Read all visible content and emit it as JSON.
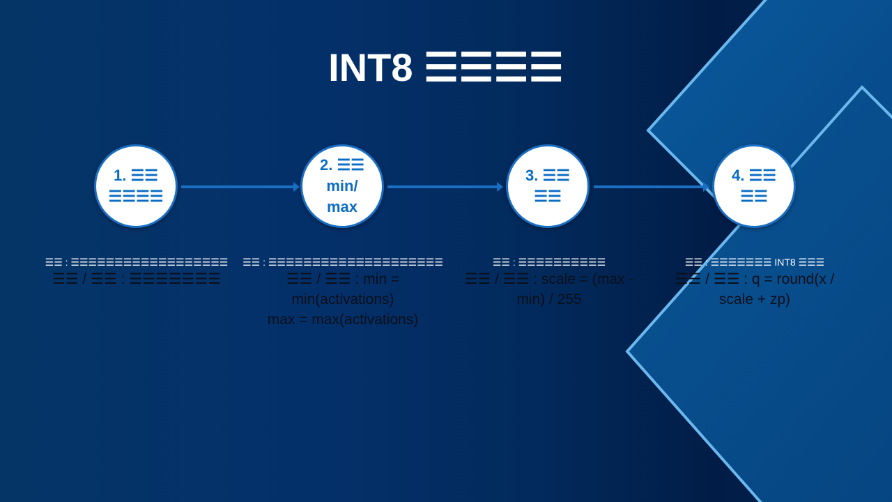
{
  "title": "INT8 ☰☰☰☰",
  "colors": {
    "background_left": "#053567",
    "background_right": "#011d47",
    "accent": "#1b6fc2",
    "circle_fill": "#ffffff",
    "circle_text": "#0b6cc4",
    "diamond_stroke": "#6cb8ee",
    "label_text": "#ffffff",
    "formula_text": "#0a0f1a"
  },
  "steps": [
    {
      "label": "1. ☰☰\n☰☰☰☰",
      "description": "☰☰ : ☰☰☰☰☰☰☰☰☰☰☰☰☰☰☰☰☰☰",
      "formula": "☰☰ / ☰☰ :  ☰☰☰☰☰☰☰"
    },
    {
      "label": "2. ☰☰\nmin/\nmax",
      "description": "☰☰ : ☰☰☰☰☰☰☰☰☰☰☰☰☰☰☰☰☰☰☰☰",
      "formula": "☰☰ / ☰☰ : min =\nmin(activations)\nmax = max(activations)"
    },
    {
      "label": "3. ☰☰\n☰☰",
      "description": "☰☰ : ☰☰☰☰☰☰☰☰☰☰",
      "formula": "☰☰ / ☰☰ : scale = (max -\nmin) / 255"
    },
    {
      "label": "4. ☰☰\n☰☰",
      "description": "☰☰ : ☰☰☰☰☰☰☰ INT8 ☰☰☰",
      "formula": "☰☰ / ☰☰ : q = round(x /\nscale + zp)"
    }
  ]
}
